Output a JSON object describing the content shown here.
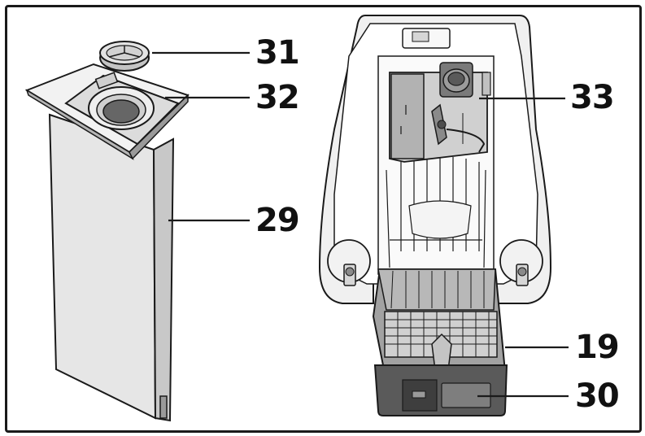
{
  "callouts": {
    "c31": "31",
    "c32": "32",
    "c29": "29",
    "c33": "33",
    "c19": "19",
    "c30": "30"
  },
  "colors": {
    "outline": "#1a1a1a",
    "light_fill": "#e8e8e8",
    "mid_fill": "#a8a8a8",
    "dark_fill": "#555555",
    "bag_fill": "#e6e6e6"
  }
}
